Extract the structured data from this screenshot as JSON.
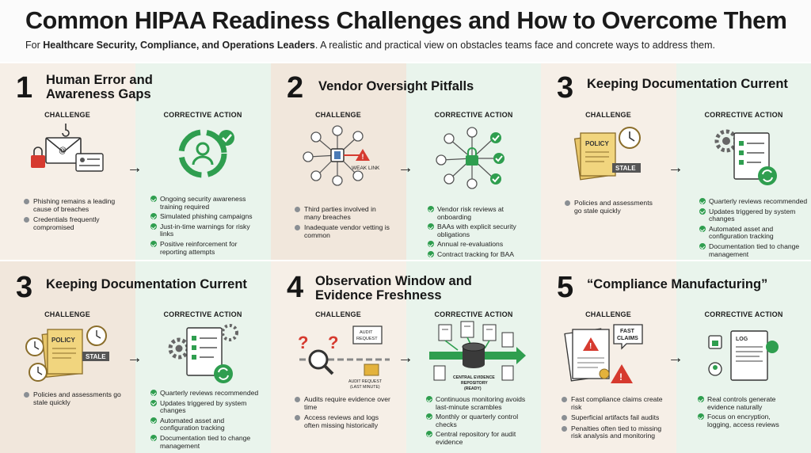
{
  "header": {
    "title": "Common HIPAA Readiness Challenges and How to Overcome Them",
    "subtitle_prefix": "For ",
    "subtitle_bold": "Healthcare Security, Compliance, and Operations Leaders",
    "subtitle_suffix": ". A realistic and practical view on obstacles teams face and concrete ways to address them."
  },
  "labels": {
    "challenge": "CHALLENGE",
    "corrective": "CORRECTIVE ACTION",
    "arrow": "→"
  },
  "panels": [
    {
      "number": "1",
      "title": [
        "Human Error and",
        "Awareness Gaps"
      ],
      "challenge": [
        "Phishing remains a leading cause of breaches",
        "Credentials frequently compromised"
      ],
      "actions": [
        "Ongoing security awareness training required",
        "Simulated phishing campaigns",
        "Just-in-time warnings for risky links",
        "Positive reinforcement for reporting attempts"
      ]
    },
    {
      "number": "2",
      "title": [
        "Vendor Oversight Pitfalls"
      ],
      "tag": "WEAK LINK",
      "challenge": [
        "Third parties involved in many breaches",
        "Inadequate vendor vetting is common"
      ],
      "actions": [
        "Vendor risk reviews at onboarding",
        "BAAs with explicit security obligations",
        "Annual re-evaluations",
        "Contract tracking for BAA renewals"
      ]
    },
    {
      "number": "3",
      "title": [
        "Keeping Documentation Current"
      ],
      "doc_label": "POLICY",
      "stamp": "STALE",
      "challenge": [
        "Policies and assessments go stale quickly"
      ],
      "actions": [
        "Quarterly reviews recommended",
        "Updates triggered by system changes",
        "Automated asset and configuration tracking",
        "Documentation tied to change management"
      ]
    },
    {
      "number": "3",
      "title": [
        "Keeping Documentation Current"
      ],
      "doc_label": "POLICY",
      "stamp": "STALE",
      "challenge": [
        "Policies and assessments go stale quickly"
      ],
      "actions": [
        "Quarterly reviews recommended",
        "Updates triggered by system changes",
        "Automated asset and configuration tracking",
        "Documentation tied to change management"
      ]
    },
    {
      "number": "4",
      "title": [
        "Observation Window and",
        "Evidence Freshness"
      ],
      "audit_label": [
        "AUDIT",
        "REQUEST"
      ],
      "audit_caption": [
        "AUDIT REQUEST",
        "(LAST MINUTE)"
      ],
      "repo_caption": [
        "CENTRAL EVIDENCE",
        "REPOSITORY",
        "(READY)"
      ],
      "challenge": [
        "Audits require evidence over time",
        "Access reviews and logs often missing historically"
      ],
      "actions": [
        "Continuous monitoring avoids last-minute scrambles",
        "Monthly or quarterly control checks",
        "Central repository for audit evidence"
      ]
    },
    {
      "number": "5",
      "title": [
        "“Compliance Manufacturing”"
      ],
      "bubble": [
        "FAST",
        "CLAIMS"
      ],
      "log_label": "LOG",
      "challenge": [
        "Fast compliance claims create risk",
        "Superficial artifacts fail audits",
        "Penalties often tied to missing risk analysis and monitoring"
      ],
      "actions": [
        "Real controls generate evidence naturally",
        "Focus on encryption, logging, access reviews"
      ]
    }
  ],
  "colors": {
    "green": "#2f9e4f",
    "red": "#d63a2f",
    "gold": "#e3b23c"
  }
}
